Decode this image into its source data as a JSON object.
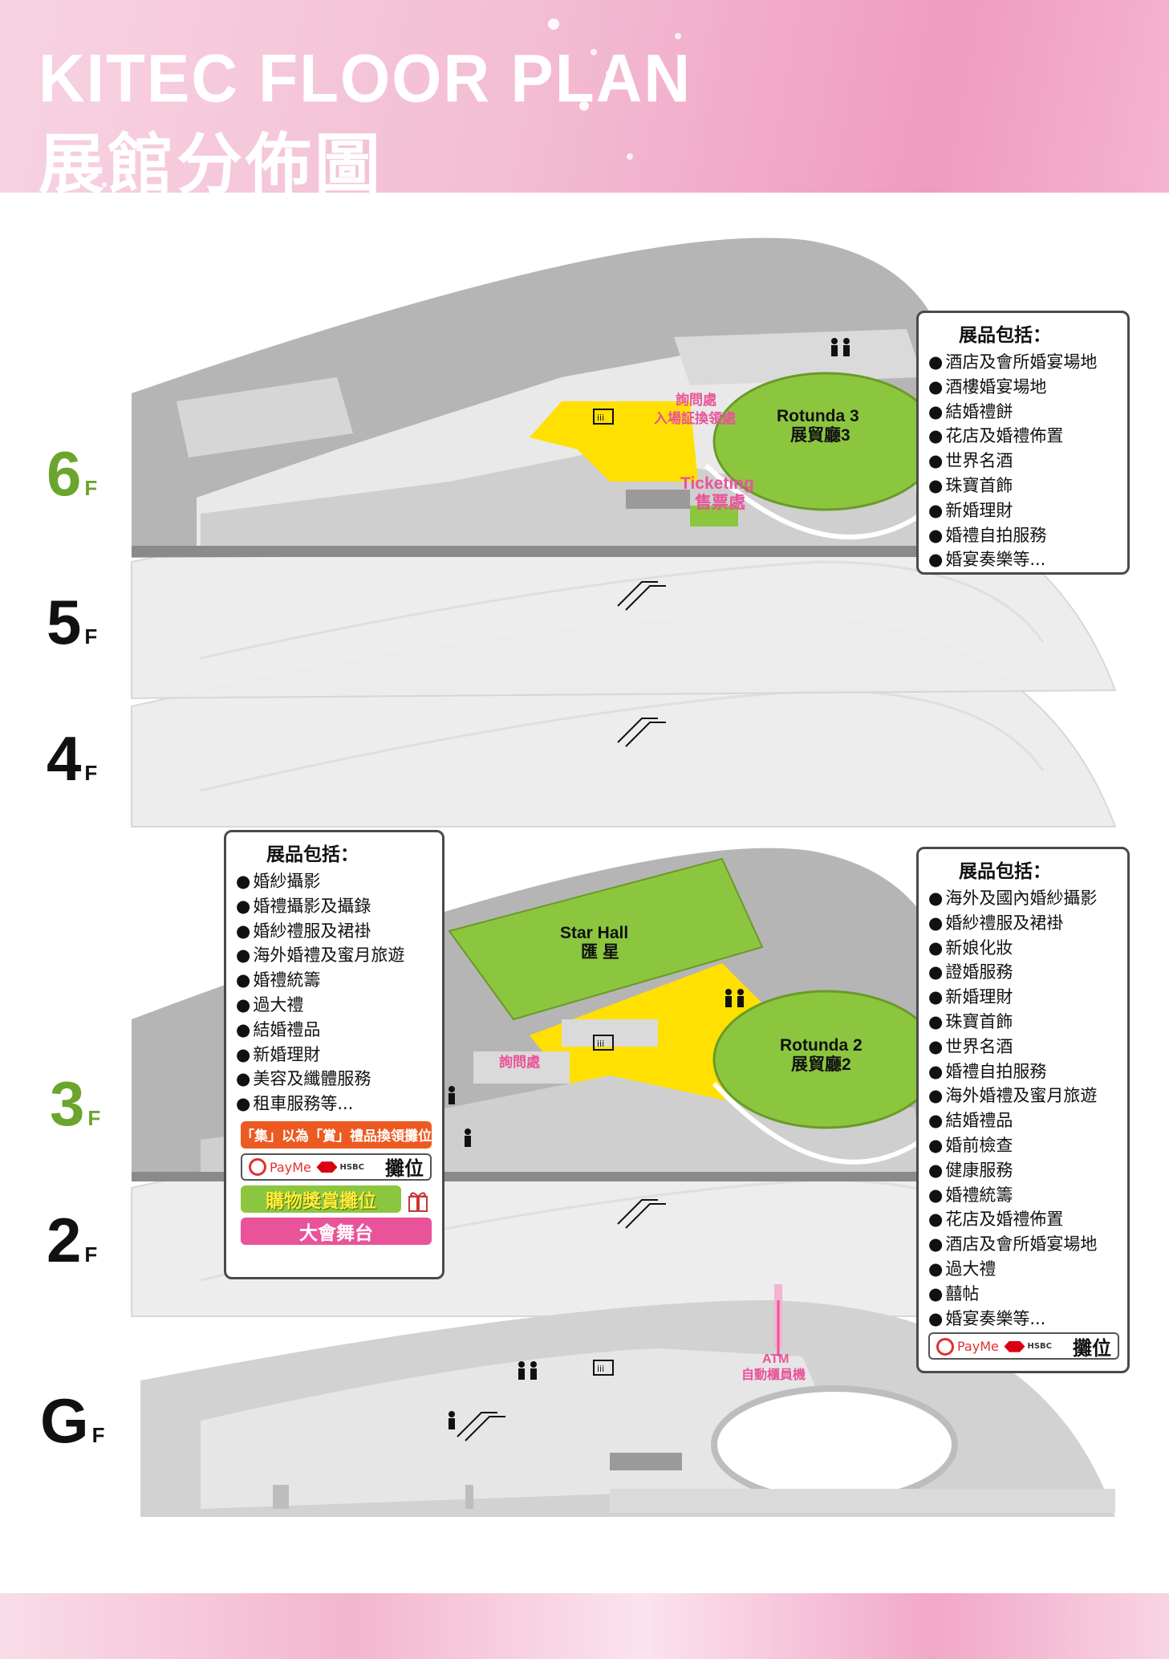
{
  "header": {
    "title_en": "KITEC FLOOR PLAN",
    "title_zh": "展館分佈圖"
  },
  "floors": [
    {
      "label": "6",
      "suffix": "F",
      "color": "#6aa52d"
    },
    {
      "label": "5",
      "suffix": "F",
      "color": "#111111"
    },
    {
      "label": "4",
      "suffix": "F",
      "color": "#111111"
    },
    {
      "label": "3",
      "suffix": "F",
      "color": "#6aa52d"
    },
    {
      "label": "2",
      "suffix": "F",
      "color": "#111111"
    },
    {
      "label": "G",
      "suffix": "F",
      "color": "#111111"
    }
  ],
  "map_labels": {
    "f6_info": "詢問處",
    "f6_entry": "入場証換領處",
    "f6_ticketing_en": "Ticketing",
    "f6_ticketing_zh": "售票處",
    "rotunda3_en": "Rotunda 3",
    "rotunda3_zh": "展貿廳3",
    "star_hall_en": "Star Hall",
    "star_hall_zh": "匯 星",
    "f3_info": "詢問處",
    "rotunda2_en": "Rotunda 2",
    "rotunda2_zh": "展貿廳2",
    "atm_en": "ATM",
    "atm_zh": "自動櫃員機"
  },
  "callout_6f": {
    "title": "展品包括：",
    "items": [
      "酒店及會所婚宴場地",
      "酒樓婚宴場地",
      "結婚禮餅",
      "花店及婚禮佈置",
      "世界名酒",
      "珠寶首飾",
      "新婚理財",
      "婚禮自拍服務",
      "婚宴奏樂等..."
    ]
  },
  "callout_3f_left": {
    "title": "展品包括：",
    "items": [
      "婚紗攝影",
      "婚禮攝影及攝錄",
      "婚紗禮服及裙褂",
      "海外婚禮及蜜月旅遊",
      "婚禮統籌",
      "過大禮",
      "結婚禮品",
      "新婚理財",
      "美容及纖體服務",
      "租車服務等..."
    ],
    "badges": {
      "collect": "「集」以為「賞」禮品換領攤位",
      "payme": "PayMe",
      "hsbc": "HSBC",
      "stall": "攤位",
      "shopping": "購物獎賞攤位",
      "stage": "大會舞台"
    }
  },
  "callout_3f_right": {
    "title": "展品包括：",
    "items": [
      "海外及國內婚紗攝影",
      "婚紗禮服及裙褂",
      "新娘化妝",
      "證婚服務",
      "新婚理財",
      "珠寶首飾",
      "世界名酒",
      "婚禮自拍服務",
      "海外婚禮及蜜月旅遊",
      "結婚禮品",
      "婚前檢查",
      "健康服務",
      "婚禮統籌",
      "花店及婚禮佈置",
      "酒店及會所婚宴場地",
      "過大禮",
      "囍帖",
      "婚宴奏樂等..."
    ],
    "badges": {
      "payme": "PayMe",
      "hsbc": "HSBC",
      "stall": "攤位"
    }
  },
  "colors": {
    "green": "#8cc63f",
    "yellow": "#ffe000",
    "pink": "#e9539a",
    "grey": "#b9b9b9"
  },
  "icons": [
    "elevator-icon",
    "escalator-icon",
    "restroom-icon",
    "person-icon",
    "atm-icon"
  ]
}
